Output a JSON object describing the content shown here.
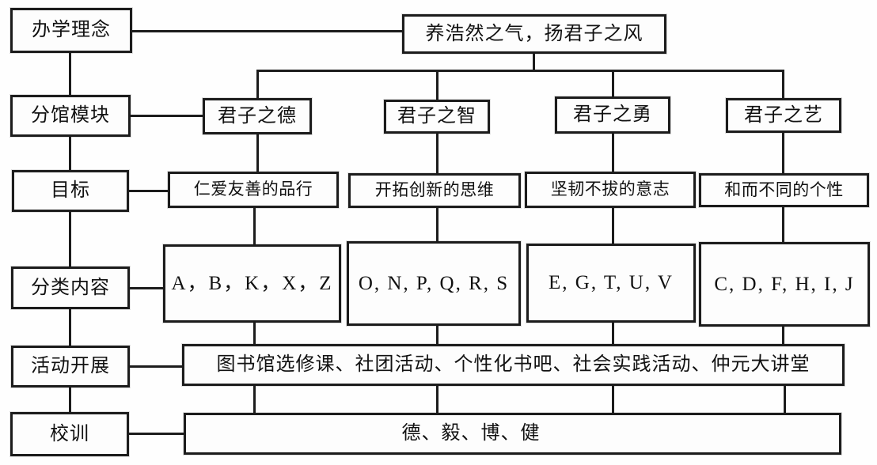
{
  "colors": {
    "line": "#1c1c1c",
    "background": "#fefefe",
    "text": "#111111"
  },
  "diagram": {
    "concept": {
      "label": "办学理念",
      "banner": "养浩然之气，扬君子之风"
    },
    "modules": {
      "label": "分馆模块",
      "items": [
        "君子之德",
        "君子之智",
        "君子之勇",
        "君子之艺"
      ]
    },
    "goals": {
      "label": "目标",
      "items": [
        "仁爱友善的品行",
        "开拓创新的思维",
        "坚韧不拔的意志",
        "和而不同的个性"
      ]
    },
    "categories": {
      "label": "分类内容",
      "items": [
        "A，B，K，X，Z",
        "O, N, P, Q, R, S",
        "E, G, T, U, V",
        "C, D, F, H, I, J"
      ]
    },
    "activities": {
      "label": "活动开展",
      "value": "图书馆选修课、社团活动、个性化书吧、社会实践活动、仲元大讲堂"
    },
    "motto": {
      "label": "校训",
      "value": "德、毅、博、健"
    }
  }
}
